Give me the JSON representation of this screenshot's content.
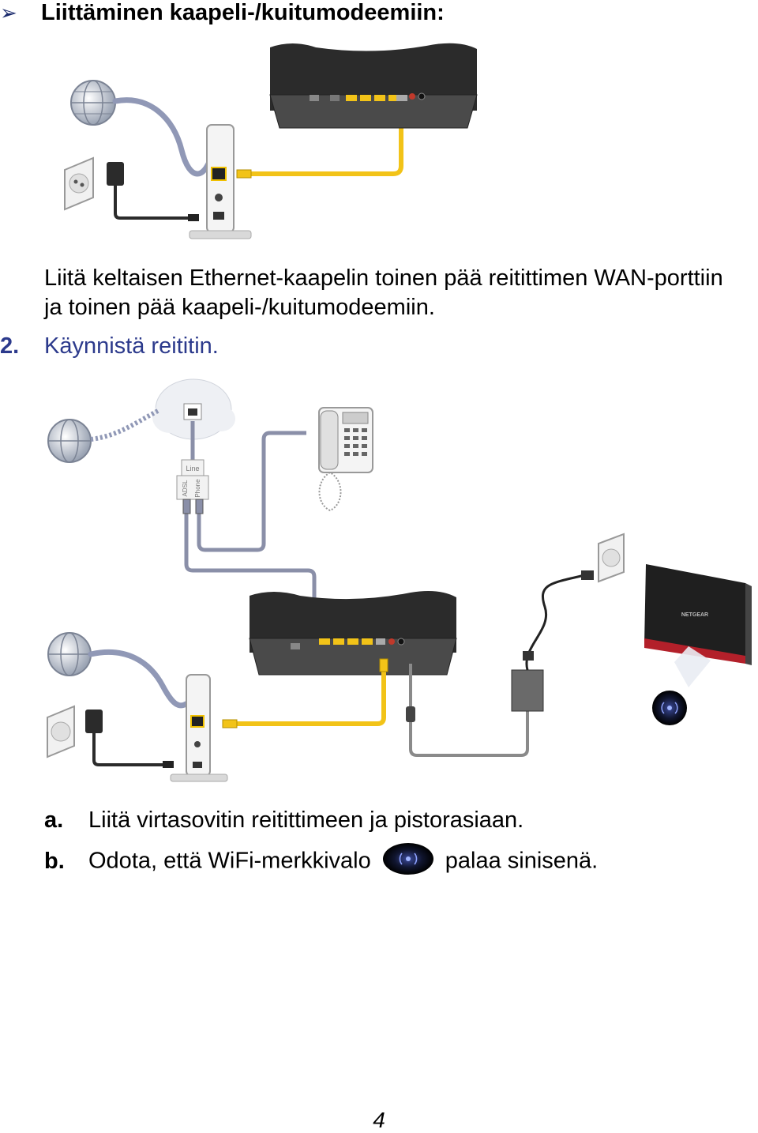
{
  "heading": {
    "bullet_icon": "arrow-bullet-icon",
    "text": "Liittäminen kaapeli-/kuitumodeemiin:"
  },
  "diagram1": {
    "wifi_icon": "globe-icon"
  },
  "paragraph": "Liitä keltaisen Ethernet-kaapelin toinen pää reitittimen WAN-porttiin ja toinen pää kaapeli-/kuitumodeemiin.",
  "step2": {
    "number": "2.",
    "text": "Käynnistä reititin."
  },
  "diagram2": {
    "filter_line": "Line",
    "filter_adsl": "ADSL",
    "filter_phone": "Phone",
    "router_brand": "NETGEAR"
  },
  "substeps": [
    {
      "label": "a.",
      "text": "Liitä virtasovitin reitittimeen ja pistorasiaan."
    },
    {
      "label": "b.",
      "text_before": "Odota, että WiFi-merkkivalo",
      "icon": "wifi-led-icon",
      "text_after": "palaa sinisenä."
    }
  ],
  "page_number": "4",
  "colors": {
    "heading_accent": "#1a2a6c",
    "step_blue": "#2c3a8c",
    "ethernet_cable": "#f2c318",
    "grey_cable": "#8a8fa8"
  }
}
